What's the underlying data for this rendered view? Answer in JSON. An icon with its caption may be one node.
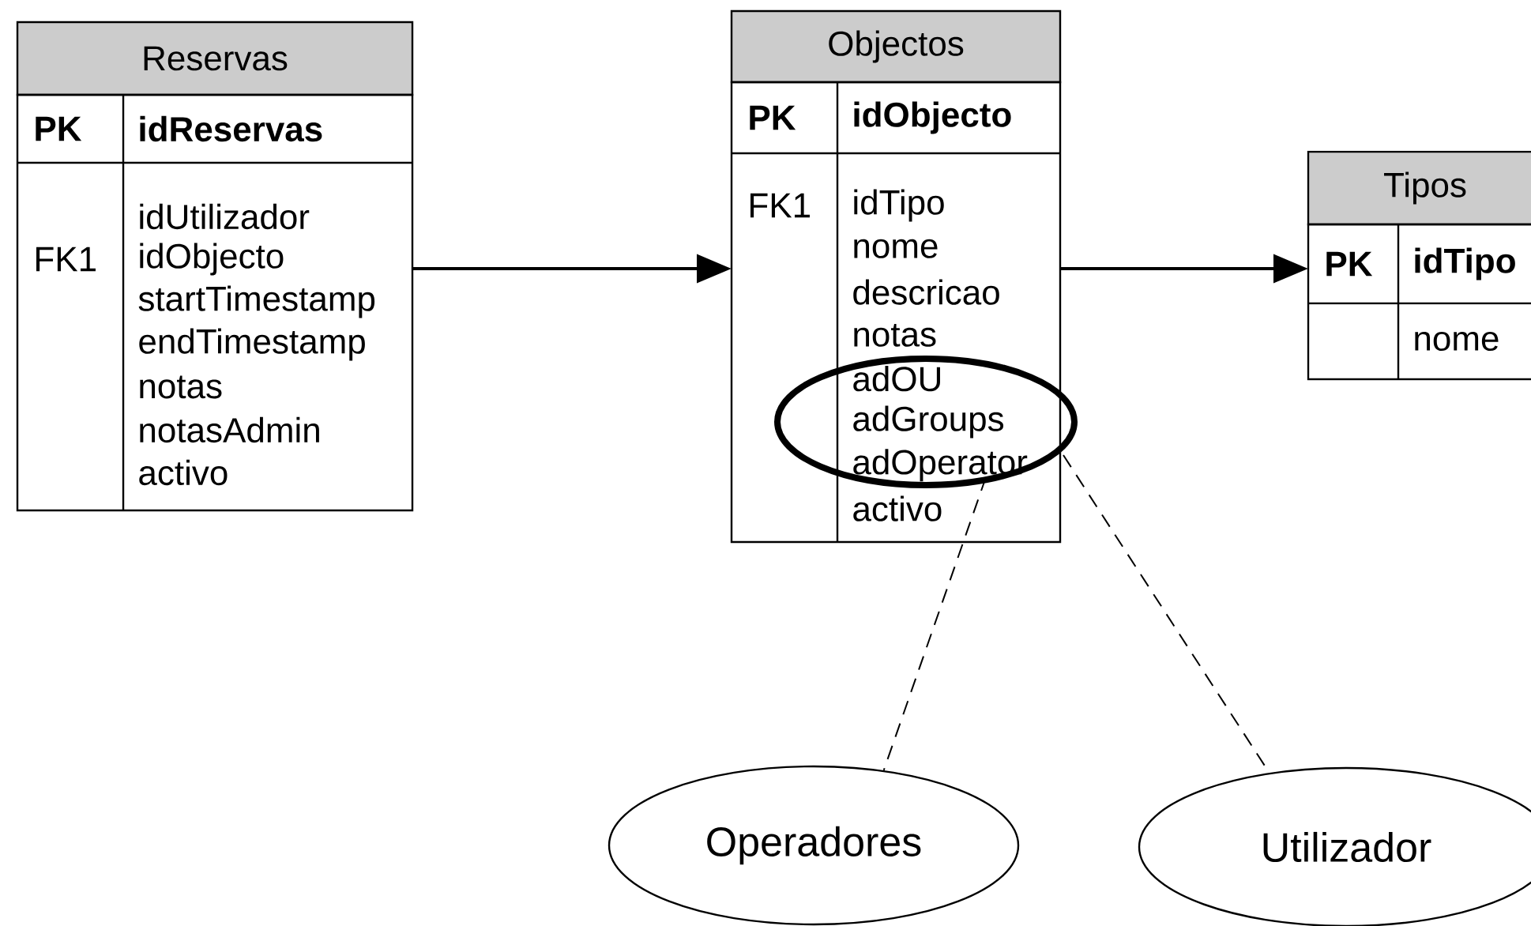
{
  "diagram": {
    "nodes": [
      {
        "text": [
          "Reservas",
          "PK",
          "idReservas",
          "FK1",
          "idUtilizador",
          "idObjecto",
          "startTimestamp",
          "endTimestamp",
          "notas",
          "notasAdmin",
          "activo"
        ]
      },
      {
        "text": [
          "Objectos",
          "PK",
          "idObjecto",
          "FK1",
          "idTipo",
          "nome",
          "descricao",
          "notas",
          "adOU",
          "adGroups",
          "adOperator",
          "activo"
        ]
      },
      {
        "text": [
          "Tipos",
          "PK",
          "idTipo",
          "nome"
        ]
      },
      {
        "text": [
          "Operadores"
        ]
      },
      {
        "text": [
          "Utilizador"
        ]
      }
    ],
    "edges": [
      {
        "from": 0,
        "to": 1,
        "arrow": "to"
      },
      {
        "from": 1,
        "to": 2,
        "arrow": "to"
      },
      {
        "from": 1,
        "to": 3,
        "arrow": "none",
        "style": "dashed"
      },
      {
        "from": 1,
        "to": 4,
        "arrow": "none",
        "style": "dashed"
      }
    ]
  }
}
